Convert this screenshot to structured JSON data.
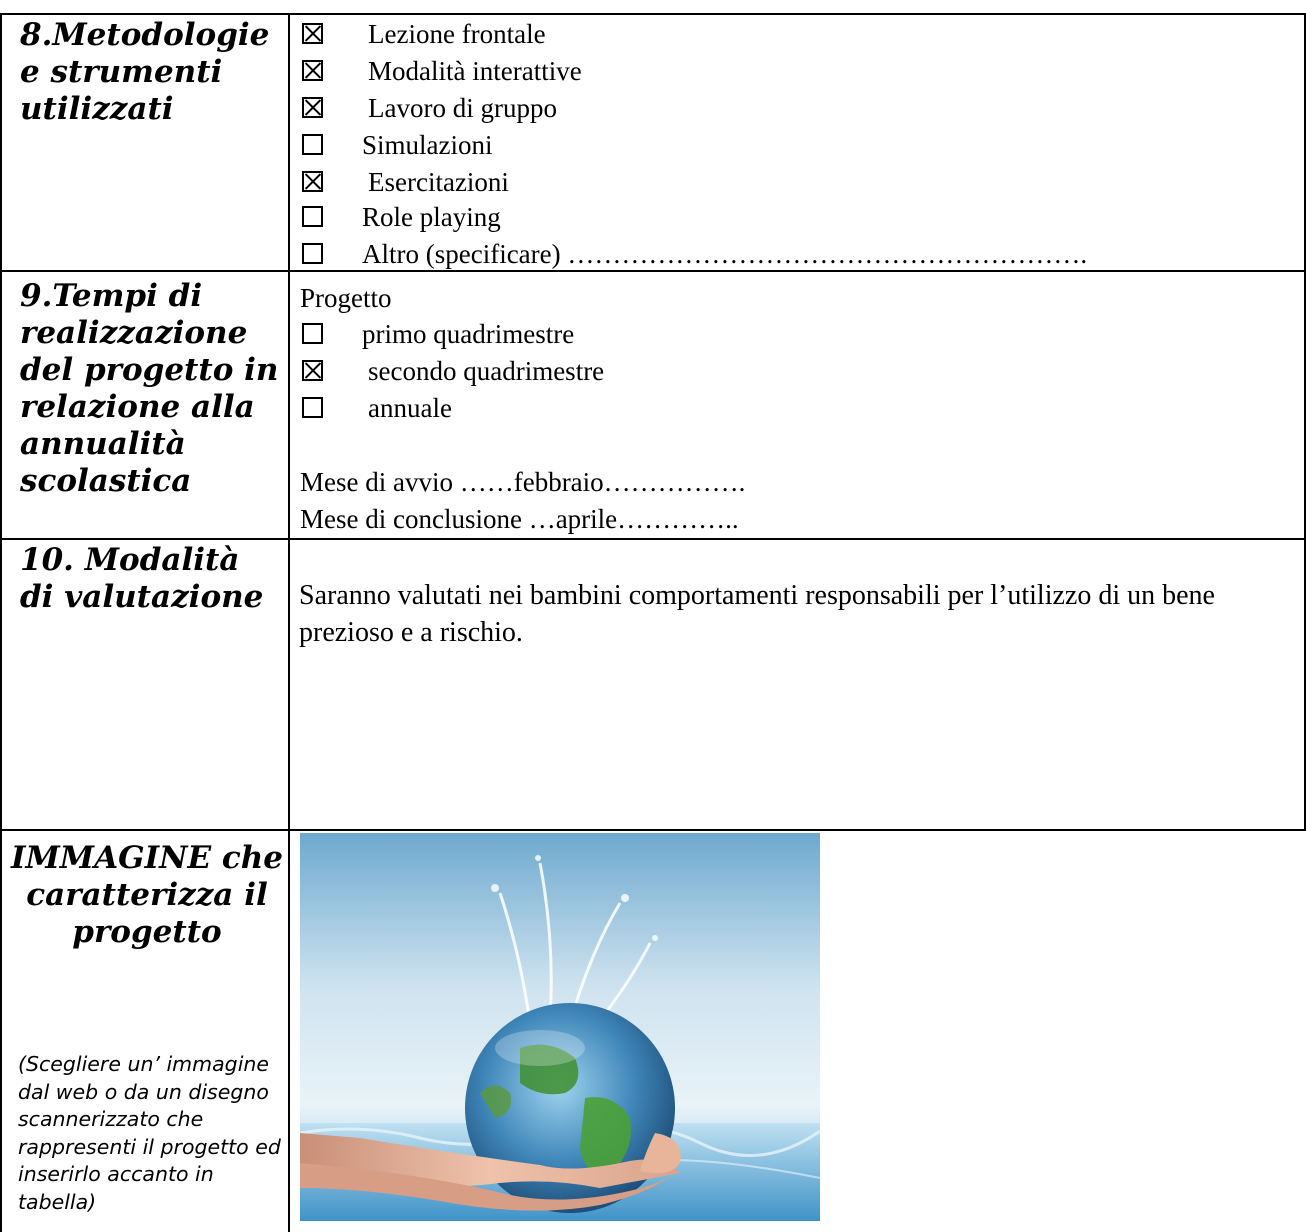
{
  "section8": {
    "label_lines": [
      "8.Metodologie",
      "e strumenti",
      "utilizzati"
    ],
    "items": [
      {
        "label": "Lezione frontale",
        "checked": true
      },
      {
        "label": "Modalità interattive",
        "checked": true
      },
      {
        "label": "Lavoro di gruppo",
        "checked": true
      },
      {
        "label": "Simulazioni",
        "checked": false
      },
      {
        "label": "Esercitazioni",
        "checked": true
      },
      {
        "label": "Role playing",
        "checked": false
      },
      {
        "label": "Altro (specificare) ………………………………………………….",
        "checked": false
      }
    ]
  },
  "section9": {
    "label_lines": [
      "9.Tempi di",
      "realizzazione",
      "del progetto in",
      "relazione alla",
      "annualità",
      "scolastica"
    ],
    "heading": "Progetto",
    "items": [
      {
        "label": "primo quadrimestre",
        "checked": false
      },
      {
        "label": "secondo quadrimestre",
        "checked": true
      },
      {
        "label": "annuale",
        "checked": false
      }
    ],
    "start_month": "Mese di avvio ……febbraio…………….",
    "end_month": "Mese di conclusione …aprile………….."
  },
  "section10": {
    "label_lines": [
      "10. Modalità",
      "di valutazione"
    ],
    "text": "Saranno valutati nei bambini comportamenti responsabili per l’utilizzo di un bene prezioso e a rischio."
  },
  "section_image": {
    "label_lines": [
      "IMMAGINE che",
      "caratterizza il",
      "progetto"
    ],
    "note": "(Scegliere un’ immagine dal web o da un disegno scannerizzato che rappresenti il progetto ed inserirlo accanto in tabella)"
  },
  "colors": {
    "border": "#000000",
    "water": "#5aa7d6",
    "earth_green": "#3f8f2f",
    "skin": "#e8b49a"
  }
}
